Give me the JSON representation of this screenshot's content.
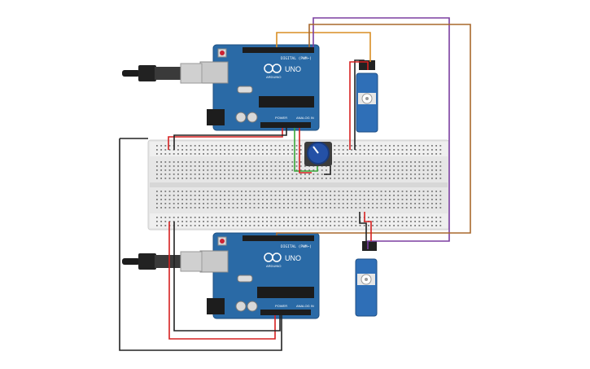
{
  "boards": {
    "top": {
      "brand": "ARDUINO",
      "model": "UNO",
      "digital_label": "DIGITAL (PWM~)",
      "power_label": "POWER",
      "analog_label": "ANALOG IN"
    },
    "bottom": {
      "brand": "ARDUINO",
      "model": "UNO",
      "digital_label": "DIGITAL (PWM~)",
      "power_label": "POWER",
      "analog_label": "ANALOG IN"
    }
  },
  "colors": {
    "board": "#2a6aa6",
    "board_edge": "#1d4f80",
    "breadboard": "#e8e8e8",
    "wire_red": "#d62020",
    "wire_black": "#222222",
    "wire_orange": "#d98e24",
    "wire_purple": "#7b3fa0",
    "wire_brown": "#a8682c",
    "wire_green": "#3aa83a",
    "servo": "#2f6fb7",
    "potentiometer": "#2451a6"
  },
  "components": [
    "usb-cable-top",
    "arduino-uno-top",
    "servo-top",
    "potentiometer",
    "breadboard",
    "usb-cable-bottom",
    "arduino-uno-bottom",
    "servo-bottom"
  ]
}
